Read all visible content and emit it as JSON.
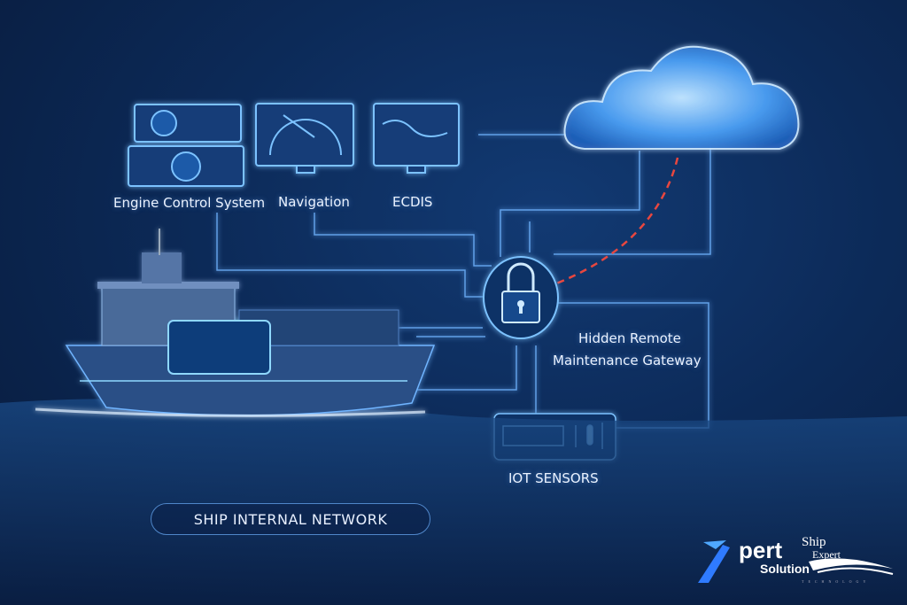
{
  "labels": {
    "engine_control": "Engine Control System",
    "navigation": "Navigation",
    "ecdis": "ECDIS",
    "gateway_line1": "Hidden Remote",
    "gateway_line2": "Maintenance Gateway",
    "iot": "IOT SENSORS",
    "network": "SHIP INTERNAL NETWORK"
  },
  "logos": {
    "xpert_word": "pert",
    "xpert_sub": "Solution",
    "shipexpert_line1": "Ship",
    "shipexpert_line2": "Expert",
    "shipexpert_tag": "TECHNOLOGY"
  },
  "colors": {
    "background": "#0c2a58",
    "line": "#6fb4ff",
    "remote_link": "#e8473f"
  }
}
